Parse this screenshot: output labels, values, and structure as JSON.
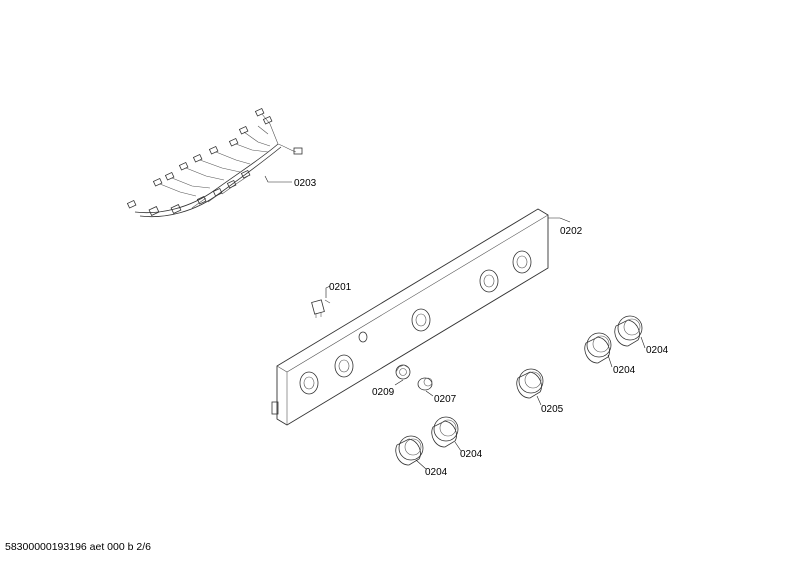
{
  "part_labels": {
    "p0201": "0201",
    "p0202": "0202",
    "p0203": "0203",
    "p0204_a": "0204",
    "p0204_b": "0204",
    "p0204_c": "0204",
    "p0204_d": "0204",
    "p0205": "0205",
    "p0207": "0207",
    "p0209": "0209"
  },
  "footer": "58300000193196 aet 000 b 2/6"
}
